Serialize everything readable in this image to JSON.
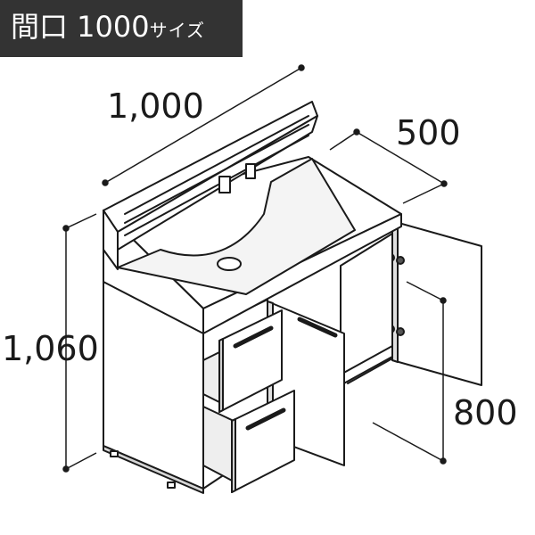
{
  "badge": {
    "title": "間口 1000",
    "suffix": "サイズ"
  },
  "dimensions": {
    "width": "1,000",
    "depth": "500",
    "height": "1,060",
    "counter_height": "800"
  },
  "colors": {
    "badge_background": "#333333",
    "badge_text": "#ffffff",
    "line": "#1a1a1a",
    "fill": "#ffffff"
  }
}
